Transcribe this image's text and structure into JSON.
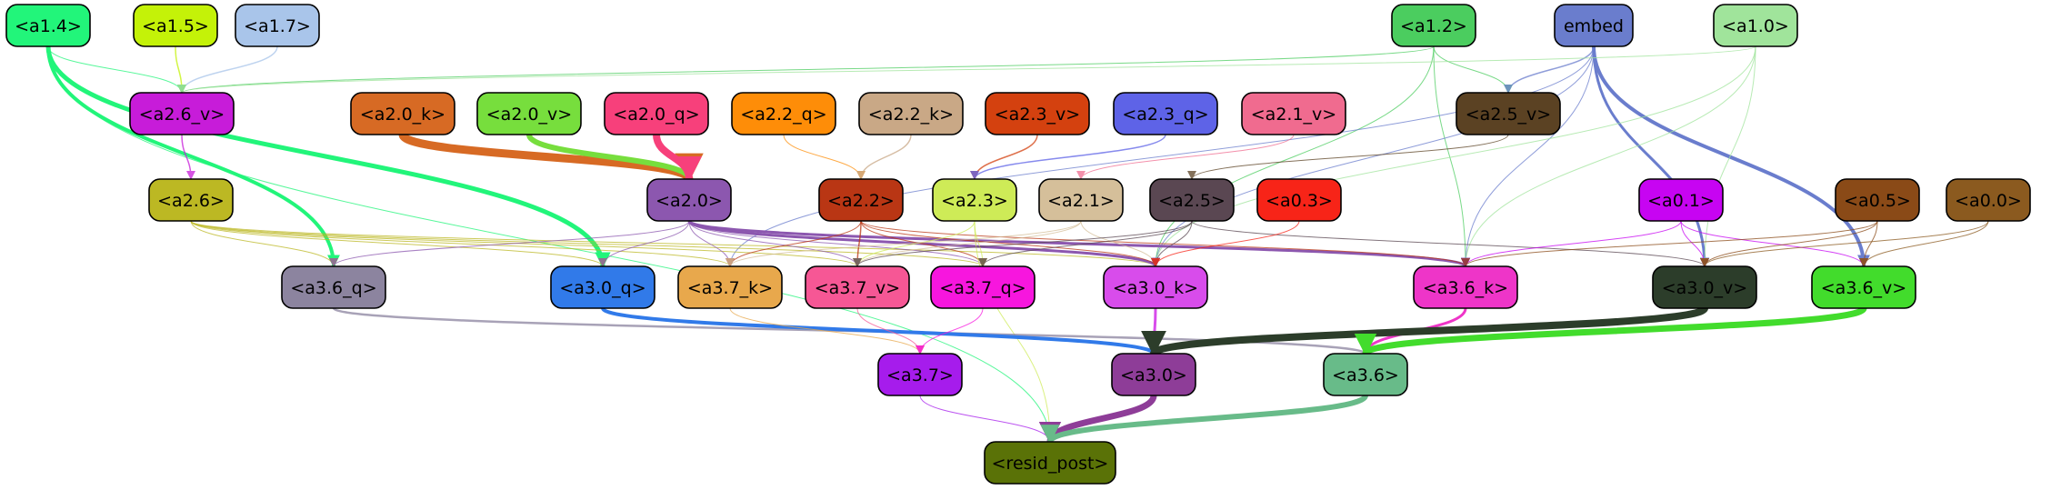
{
  "nodes": [
    {
      "id": "a1_4",
      "label": "<a1.4>",
      "fill": "#22f57a",
      "text": "#000000"
    },
    {
      "id": "a1_5",
      "label": "<a1.5>",
      "fill": "#c4f208",
      "text": "#000000"
    },
    {
      "id": "a1_7",
      "label": "<a1.7>",
      "fill": "#a9c5ea",
      "text": "#000000"
    },
    {
      "id": "a1_2",
      "label": "<a1.2>",
      "fill": "#4bcd5f",
      "text": "#000000"
    },
    {
      "id": "embed",
      "label": "embed",
      "fill": "#6a7dcd",
      "text": "#000000"
    },
    {
      "id": "a1_0",
      "label": "<a1.0>",
      "fill": "#a0e49b",
      "text": "#000000"
    },
    {
      "id": "a2_6_v",
      "label": "<a2.6_v>",
      "fill": "#c71cd9",
      "text": "#000000"
    },
    {
      "id": "a2_0_k",
      "label": "<a2.0_k>",
      "fill": "#d76a24",
      "text": "#000000"
    },
    {
      "id": "a2_0_v",
      "label": "<a2.0_v>",
      "fill": "#77de3d",
      "text": "#000000"
    },
    {
      "id": "a2_0_q",
      "label": "<a2.0_q>",
      "fill": "#f7407b",
      "text": "#000000"
    },
    {
      "id": "a2_2_q",
      "label": "<a2.2_q>",
      "fill": "#fe8d08",
      "text": "#000000"
    },
    {
      "id": "a2_2_k",
      "label": "<a2.2_k>",
      "fill": "#c9a886",
      "text": "#000000"
    },
    {
      "id": "a2_3_v",
      "label": "<a2.3_v>",
      "fill": "#d4410f",
      "text": "#000000"
    },
    {
      "id": "a2_3_q",
      "label": "<a2.3_q>",
      "fill": "#5e63e7",
      "text": "#000000"
    },
    {
      "id": "a2_1_v",
      "label": "<a2.1_v>",
      "fill": "#f06b8f",
      "text": "#000000"
    },
    {
      "id": "a2_5_v",
      "label": "<a2.5_v>",
      "fill": "#5b4223",
      "text": "#000000"
    },
    {
      "id": "a2_6",
      "label": "<a2.6>",
      "fill": "#bcb823",
      "text": "#000000"
    },
    {
      "id": "a2_0",
      "label": "<a2.0>",
      "fill": "#8c57af",
      "text": "#000000"
    },
    {
      "id": "a2_2",
      "label": "<a2.2>",
      "fill": "#b93614",
      "text": "#000000"
    },
    {
      "id": "a2_3",
      "label": "<a2.3>",
      "fill": "#ceeb57",
      "text": "#000000"
    },
    {
      "id": "a2_1",
      "label": "<a2.1>",
      "fill": "#d5bf9a",
      "text": "#000000"
    },
    {
      "id": "a2_5",
      "label": "<a2.5>",
      "fill": "#5a4752",
      "text": "#000000"
    },
    {
      "id": "a0_3",
      "label": "<a0.3>",
      "fill": "#f72418",
      "text": "#000000"
    },
    {
      "id": "a0_1",
      "label": "<a0.1>",
      "fill": "#c704f2",
      "text": "#000000"
    },
    {
      "id": "a0_5",
      "label": "<a0.5>",
      "fill": "#8a4a17",
      "text": "#000000"
    },
    {
      "id": "a0_0",
      "label": "<a0.0>",
      "fill": "#8b5a1f",
      "text": "#000000"
    },
    {
      "id": "a3_6_q",
      "label": "<a3.6_q>",
      "fill": "#8c849f",
      "text": "#000000"
    },
    {
      "id": "a3_0_q",
      "label": "<a3.0_q>",
      "fill": "#317ae9",
      "text": "#000000"
    },
    {
      "id": "a3_7_k",
      "label": "<a3.7_k>",
      "fill": "#e8a84c",
      "text": "#000000"
    },
    {
      "id": "a3_7_v",
      "label": "<a3.7_v>",
      "fill": "#f65795",
      "text": "#000000"
    },
    {
      "id": "a3_7_q",
      "label": "<a3.7_q>",
      "fill": "#f716de",
      "text": "#000000"
    },
    {
      "id": "a3_0_k",
      "label": "<a3.0_k>",
      "fill": "#d84ceb",
      "text": "#000000"
    },
    {
      "id": "a3_6_k",
      "label": "<a3.6_k>",
      "fill": "#ee35c8",
      "text": "#000000"
    },
    {
      "id": "a3_0_v",
      "label": "<a3.0_v>",
      "fill": "#2c3d2a",
      "text": "#000000"
    },
    {
      "id": "a3_6_v",
      "label": "<a3.6_v>",
      "fill": "#42dc2c",
      "text": "#000000"
    },
    {
      "id": "a3_7",
      "label": "<a3.7>",
      "fill": "#a61cec",
      "text": "#000000"
    },
    {
      "id": "a3_0",
      "label": "<a3.0>",
      "fill": "#8e3d98",
      "text": "#000000"
    },
    {
      "id": "a3_6",
      "label": "<a3.6>",
      "fill": "#68bb89",
      "text": "#000000"
    },
    {
      "id": "resid_post",
      "label": "<resid_post>",
      "fill": "#5a7207",
      "text": "#000000"
    }
  ],
  "edges": [
    {
      "from": "a1_4",
      "to": "a2_6_v",
      "color": "#22f57a",
      "width": 1
    },
    {
      "from": "a1_4",
      "to": "a3_6_q",
      "color": "#22f57a",
      "width": 4
    },
    {
      "from": "a1_4",
      "to": "a3_0_q",
      "color": "#22f57a",
      "width": 5
    },
    {
      "from": "a1_4",
      "to": "resid_post",
      "color": "#22f57a",
      "width": 1
    },
    {
      "from": "a1_5",
      "to": "a2_6_v",
      "color": "#c4f208",
      "width": 1.5
    },
    {
      "from": "a1_7",
      "to": "a2_6_v",
      "color": "#a9c5ea",
      "width": 1.5
    },
    {
      "from": "a1_2",
      "to": "a2_6_v",
      "color": "#4bcd5f",
      "width": 1
    },
    {
      "from": "a1_2",
      "to": "a2_5_v",
      "color": "#4bcd5f",
      "width": 1
    },
    {
      "from": "a1_2",
      "to": "a3_6_k",
      "color": "#4bcd5f",
      "width": 1
    },
    {
      "from": "a1_2",
      "to": "a3_0_k",
      "color": "#4bcd5f",
      "width": 1
    },
    {
      "from": "embed",
      "to": "a2_5_v",
      "color": "#6a7dcd",
      "width": 1.5
    },
    {
      "from": "embed",
      "to": "a3_0_v",
      "color": "#6a7dcd",
      "width": 3
    },
    {
      "from": "embed",
      "to": "a3_6_v",
      "color": "#6a7dcd",
      "width": 4
    },
    {
      "from": "embed",
      "to": "a3_6_k",
      "color": "#6a7dcd",
      "width": 1
    },
    {
      "from": "embed",
      "to": "a3_0_k",
      "color": "#6a7dcd",
      "width": 1
    },
    {
      "from": "embed",
      "to": "a3_7_k",
      "color": "#6a7dcd",
      "width": 1
    },
    {
      "from": "a1_0",
      "to": "a2_6_v",
      "color": "#a0e49b",
      "width": 1
    },
    {
      "from": "a1_0",
      "to": "a3_0_v",
      "color": "#a0e49b",
      "width": 1
    },
    {
      "from": "a1_0",
      "to": "a3_6_k",
      "color": "#a0e49b",
      "width": 1
    },
    {
      "from": "a1_0",
      "to": "a3_0_k",
      "color": "#a0e49b",
      "width": 1
    },
    {
      "from": "a2_6_v",
      "to": "a2_6",
      "color": "#c71cd9",
      "width": 1.5
    },
    {
      "from": "a2_0_k",
      "to": "a2_0",
      "color": "#d76a24",
      "width": 9
    },
    {
      "from": "a2_0_v",
      "to": "a2_0",
      "color": "#77de3d",
      "width": 6
    },
    {
      "from": "a2_0_q",
      "to": "a2_0",
      "color": "#f7407b",
      "width": 8
    },
    {
      "from": "a2_2_q",
      "to": "a2_2",
      "color": "#fe8d08",
      "width": 1
    },
    {
      "from": "a2_2_k",
      "to": "a2_2",
      "color": "#c9a886",
      "width": 1.5
    },
    {
      "from": "a2_3_v",
      "to": "a2_3",
      "color": "#d4410f",
      "width": 1.5
    },
    {
      "from": "a2_3_q",
      "to": "a2_3",
      "color": "#5e63e7",
      "width": 1.5
    },
    {
      "from": "a2_1_v",
      "to": "a2_1",
      "color": "#f06b8f",
      "width": 1
    },
    {
      "from": "a2_5_v",
      "to": "a2_5",
      "color": "#5b4223",
      "width": 1
    },
    {
      "from": "a2_6",
      "to": "a3_6_q",
      "color": "#bcb823",
      "width": 1
    },
    {
      "from": "a2_6",
      "to": "a3_0_q",
      "color": "#bcb823",
      "width": 1
    },
    {
      "from": "a2_6",
      "to": "a3_7_k",
      "color": "#bcb823",
      "width": 1
    },
    {
      "from": "a2_6",
      "to": "a3_7_v",
      "color": "#bcb823",
      "width": 1
    },
    {
      "from": "a2_6",
      "to": "a3_7_q",
      "color": "#bcb823",
      "width": 1
    },
    {
      "from": "a2_6",
      "to": "a3_0_k",
      "color": "#bcb823",
      "width": 1
    },
    {
      "from": "a2_0",
      "to": "a3_6_q",
      "color": "#8c57af",
      "width": 1
    },
    {
      "from": "a2_0",
      "to": "a3_0_q",
      "color": "#8c57af",
      "width": 1
    },
    {
      "from": "a2_0",
      "to": "a3_7_k",
      "color": "#8c57af",
      "width": 1
    },
    {
      "from": "a2_0",
      "to": "a3_7_v",
      "color": "#8c57af",
      "width": 1
    },
    {
      "from": "a2_0",
      "to": "a3_7_q",
      "color": "#8c57af",
      "width": 1
    },
    {
      "from": "a2_0",
      "to": "a3_0_k",
      "color": "#8c57af",
      "width": 3
    },
    {
      "from": "a2_0",
      "to": "a3_6_k",
      "color": "#8c57af",
      "width": 3
    },
    {
      "from": "a2_2",
      "to": "a3_7_k",
      "color": "#b93614",
      "width": 1
    },
    {
      "from": "a2_2",
      "to": "a3_7_v",
      "color": "#b93614",
      "width": 1.5
    },
    {
      "from": "a2_2",
      "to": "a3_7_q",
      "color": "#b93614",
      "width": 1
    },
    {
      "from": "a2_2",
      "to": "a3_0_k",
      "color": "#b93614",
      "width": 1
    },
    {
      "from": "a2_2",
      "to": "a3_6_k",
      "color": "#b93614",
      "width": 1
    },
    {
      "from": "a2_3",
      "to": "a3_7_v",
      "color": "#ceeb57",
      "width": 1
    },
    {
      "from": "a2_3",
      "to": "a3_7_q",
      "color": "#ceeb57",
      "width": 1
    },
    {
      "from": "a2_3",
      "to": "resid_post",
      "color": "#ceeb57",
      "width": 1
    },
    {
      "from": "a2_1",
      "to": "a3_7_v",
      "color": "#d5bf9a",
      "width": 1
    },
    {
      "from": "a2_1",
      "to": "a3_0_k",
      "color": "#d5bf9a",
      "width": 1
    },
    {
      "from": "a2_1",
      "to": "a3_7_k",
      "color": "#d5bf9a",
      "width": 1
    },
    {
      "from": "a2_5",
      "to": "a3_7_v",
      "color": "#5a4752",
      "width": 1
    },
    {
      "from": "a2_5",
      "to": "a3_0_k",
      "color": "#5a4752",
      "width": 1
    },
    {
      "from": "a2_5",
      "to": "a3_0_v",
      "color": "#5a4752",
      "width": 1
    },
    {
      "from": "a2_5",
      "to": "a3_7_q",
      "color": "#5a4752",
      "width": 1
    },
    {
      "from": "a0_3",
      "to": "a3_0_k",
      "color": "#f72418",
      "width": 1
    },
    {
      "from": "a0_1",
      "to": "a3_6_k",
      "color": "#c704f2",
      "width": 1
    },
    {
      "from": "a0_1",
      "to": "a3_0_v",
      "color": "#c704f2",
      "width": 1
    },
    {
      "from": "a0_1",
      "to": "a3_6_v",
      "color": "#c704f2",
      "width": 1
    },
    {
      "from": "a0_5",
      "to": "a3_6_k",
      "color": "#8a4a17",
      "width": 1
    },
    {
      "from": "a0_5",
      "to": "a3_0_v",
      "color": "#8a4a17",
      "width": 1
    },
    {
      "from": "a0_5",
      "to": "a3_6_v",
      "color": "#8a4a17",
      "width": 1
    },
    {
      "from": "a0_0",
      "to": "a3_0_v",
      "color": "#8b5a1f",
      "width": 1
    },
    {
      "from": "a0_0",
      "to": "a3_6_v",
      "color": "#8b5a1f",
      "width": 1
    },
    {
      "from": "a3_6_q",
      "to": "a3_6",
      "color": "#8c849f",
      "width": 2.5
    },
    {
      "from": "a3_0_q",
      "to": "a3_0",
      "color": "#317ae9",
      "width": 4
    },
    {
      "from": "a3_7_k",
      "to": "a3_7",
      "color": "#e8a84c",
      "width": 1
    },
    {
      "from": "a3_7_v",
      "to": "a3_7",
      "color": "#f65795",
      "width": 1
    },
    {
      "from": "a3_7_q",
      "to": "a3_7",
      "color": "#f716de",
      "width": 1
    },
    {
      "from": "a3_0_k",
      "to": "a3_0",
      "color": "#d84ceb",
      "width": 3
    },
    {
      "from": "a3_6_k",
      "to": "a3_6",
      "color": "#ee35c8",
      "width": 3
    },
    {
      "from": "a3_0_v",
      "to": "a3_0",
      "color": "#2c3d2a",
      "width": 8
    },
    {
      "from": "a3_6_v",
      "to": "a3_6",
      "color": "#42dc2c",
      "width": 7
    },
    {
      "from": "a3_7",
      "to": "resid_post",
      "color": "#a61cec",
      "width": 1
    },
    {
      "from": "a3_0",
      "to": "resid_post",
      "color": "#8e3d98",
      "width": 7
    },
    {
      "from": "a3_6",
      "to": "resid_post",
      "color": "#68bb89",
      "width": 6
    }
  ]
}
